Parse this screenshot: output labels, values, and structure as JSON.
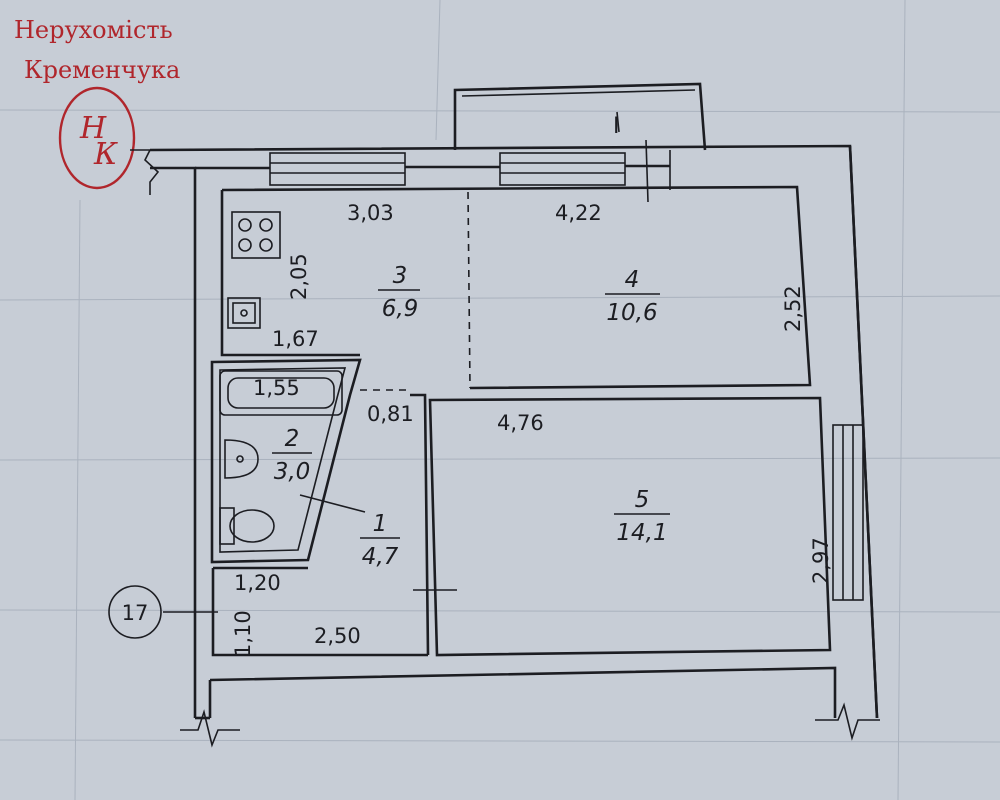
{
  "logo": {
    "line1": "Нерухомість",
    "line2": "Кременчука",
    "monogram_top": "Н",
    "monogram_bottom": "К",
    "color": "#b0262c"
  },
  "balcony_mark": "І",
  "entrance_number": "17",
  "rooms": [
    {
      "number": "1",
      "area": "4,7"
    },
    {
      "number": "2",
      "area": "3,0"
    },
    {
      "number": "3",
      "area": "6,9"
    },
    {
      "number": "4",
      "area": "10,6"
    },
    {
      "number": "5",
      "area": "14,1"
    }
  ],
  "dimensions": {
    "kitchen_width": "3,03",
    "room4_width": "4,22",
    "kitchen_depth": "2,05",
    "room4_depth": "2,52",
    "kitchen_lower_width": "1,67",
    "bathtub_length": "1,55",
    "corridor_width": "0,81",
    "room5_width": "4,76",
    "room5_depth": "2,97",
    "entry_width": "1,20",
    "entry_depth": "1,10",
    "hall_length": "2,50"
  },
  "colors": {
    "paper": "#c7cdd6",
    "ink": "#1c1d22",
    "logo": "#b0262c"
  }
}
